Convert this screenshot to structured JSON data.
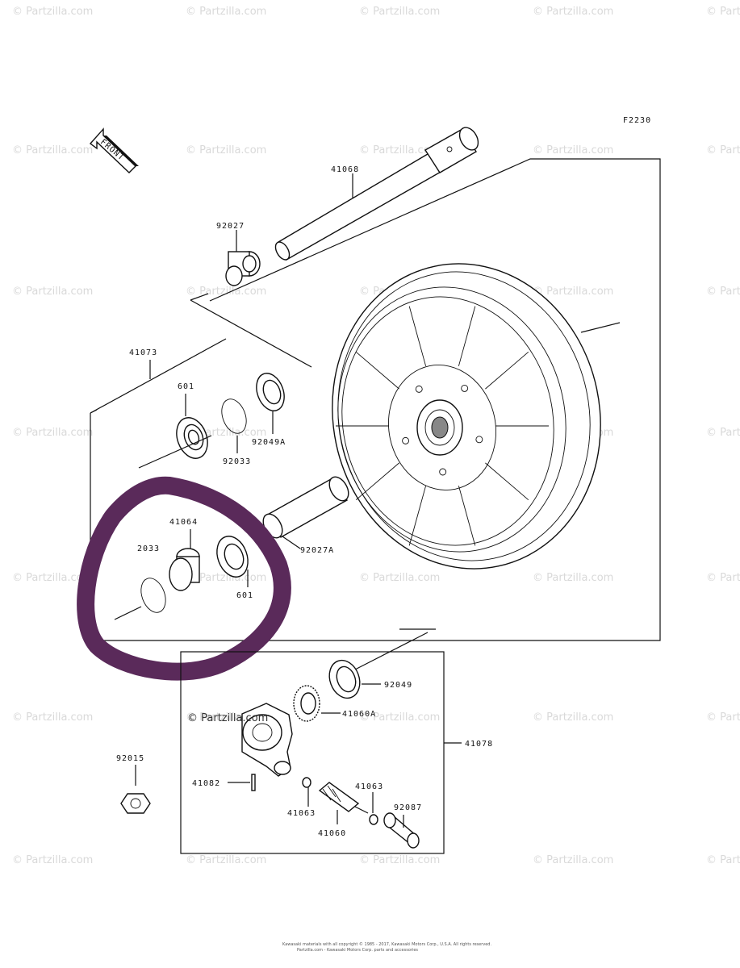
{
  "figure_code": "F2230",
  "front_label": "FRONT",
  "watermark_text": "© Partzilla.com",
  "center_watermark": "© Partzilla.com",
  "parts": {
    "p41068": "41068",
    "p92027": "92027",
    "p41073": "41073",
    "p601_top": "601",
    "p92049A": "92049A",
    "p92033_top": "92033",
    "p41064": "41064",
    "p92033_bot": "2033",
    "p601_bot": "601",
    "p92027A": "92027A",
    "p92049": "92049",
    "p41060A": "41060A",
    "p41078": "41078",
    "p92015": "92015",
    "p41082": "41082",
    "p41063_a": "41063",
    "p41063_b": "41063",
    "p92087": "92087",
    "p41060": "41060"
  },
  "footer": {
    "line1": "Kawasaki materials with all copyright © 1985 - 2017, Kawasaki Motors Corp., U.S.A. All rights reserved.",
    "line2": "Partzilla.com - Kawasaki Motors Corp. parts and accessories"
  },
  "colors": {
    "highlight": "#5a2a5a",
    "line": "#111111",
    "watermark": "#d9d9d9"
  }
}
